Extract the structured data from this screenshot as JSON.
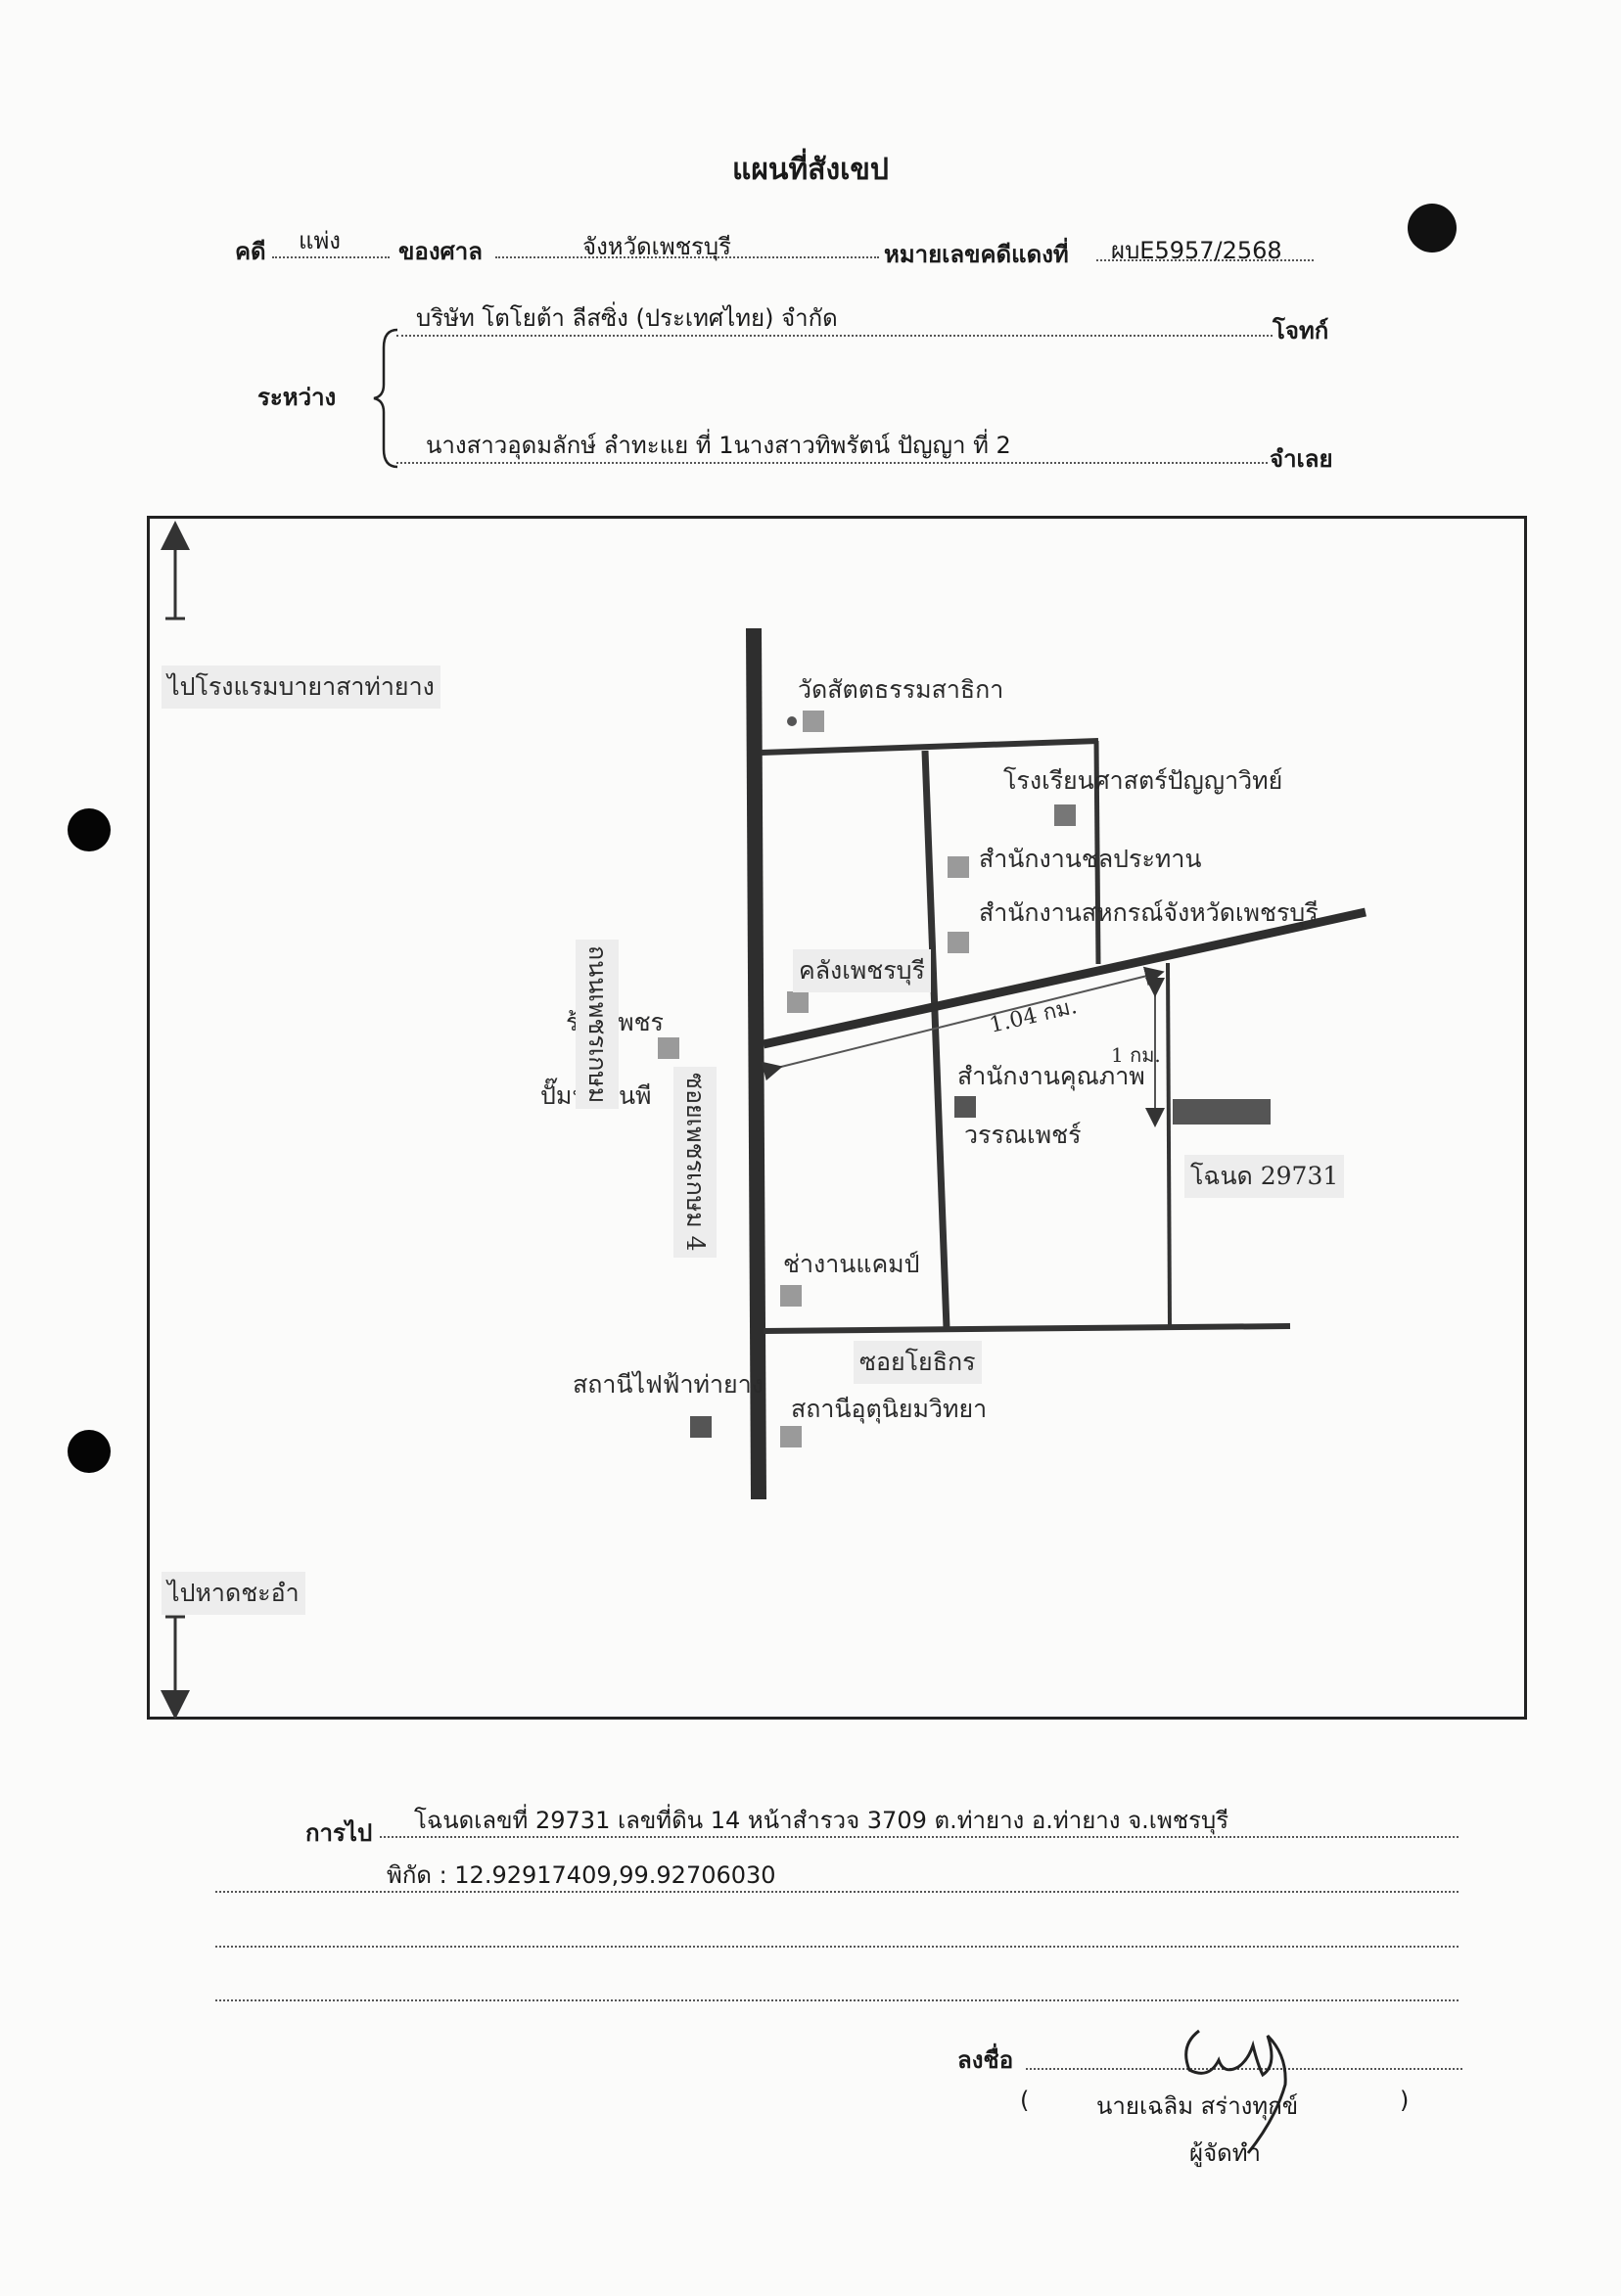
{
  "header": {
    "title": "แผนที่สังเขป",
    "case_label": "คดี",
    "case_type": "แพ่ง",
    "court_label": "ของศาล",
    "court_name": "จังหวัดเพชรบุรี",
    "case_number_label": "หมายเลขคดีแดงที่",
    "case_number": "ผบE5957/2568",
    "between_label": "ระหว่าง",
    "plaintiff": "บริษัท โตโยต้า ลีสซิ่ง (ประเทศไทย) จำกัด",
    "plaintiff_label": "โจทก์",
    "defendants": "นางสาวอุดมลักษ์ ลำทะแย ที่ 1นางสาวทิพรัตน์ ปัญญา ที่ 2",
    "defendant_label": "จำเลย"
  },
  "map": {
    "to_top": "ไปโรงแรมบายาสาท่ายาง",
    "to_bottom": "ไปหาดชะอำ",
    "main_road": "ถนนเพชรเกษม",
    "main_road_soi": "ซอยเพชรเกษม 4",
    "soi": "ซอยโยธิกร",
    "landmarks": {
      "temple": "วัดสัตตธรรมสาธิกา",
      "school": "โรงเรียนศาสตร์ปัญญาวิทย์",
      "office1": "สำนักงานชลประทาน",
      "office2": "สำนักงานสหกรณ์จังหวัดเพชรบุรี",
      "bank": "คลังเพชรบุรี",
      "shop": "ร้านเพชร",
      "shop2": "ปั๊มน้ำมันพี",
      "office3": "สำนักงานคุณภาพ",
      "office3b": "วรรณเพชร์",
      "school2": "ช่างานแคมป์",
      "station": "สถานีไฟฟ้าท่ายาง",
      "office4": "สถานีอุตุนิยมวิทยา"
    },
    "distance": "1.04 กม.",
    "distance2": "1 กม.",
    "deed_label": "โฉนด 29731"
  },
  "footer": {
    "directions_label": "การไป",
    "directions": "โฉนดเลขที่ 29731 เลขที่ดิน 14 หน้าสำรวจ 3709 ต.ท่ายาง อ.ท่ายาง จ.เพชรบุรี",
    "coords": "พิกัด : 12.92917409,99.92706030",
    "sign_label": "ลงชื่อ",
    "signer_open": "(",
    "signer": "นายเฉลิม สร่างทุกข์",
    "signer_close": ")",
    "signer_role": "ผู้จัดทำ"
  }
}
